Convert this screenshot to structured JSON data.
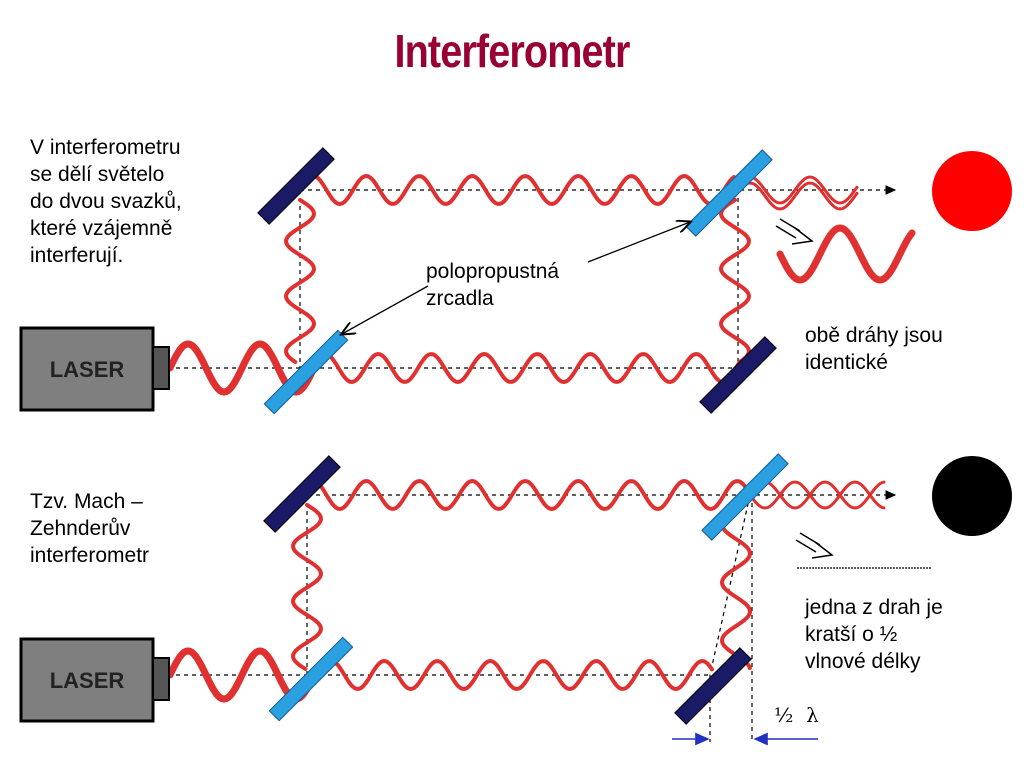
{
  "title": "Interferometr",
  "colors": {
    "title": "#990033",
    "wave": "#e03030",
    "splitter": "#2aa0e0",
    "mirror": "#1a1a66",
    "bright_dot": "#ff0000",
    "dark_dot": "#000000"
  },
  "top": {
    "description": "V interferometru\nse dělí světelo\ndo dvou svazků,\nkteré vzájemně\ninterferují.",
    "splitter_label": "polopropustná\nzrcadla",
    "result_label": "obě dráhy jsou\nidentické",
    "laser_label": "LASER"
  },
  "bottom": {
    "description": "Tzv. Mach –\nZehnderův\ninterferometr",
    "result_label": "jedna z drah je\nkratší o ½\nvlnové délky",
    "laser_label": "LASER",
    "half_lambda": "½  λ"
  }
}
